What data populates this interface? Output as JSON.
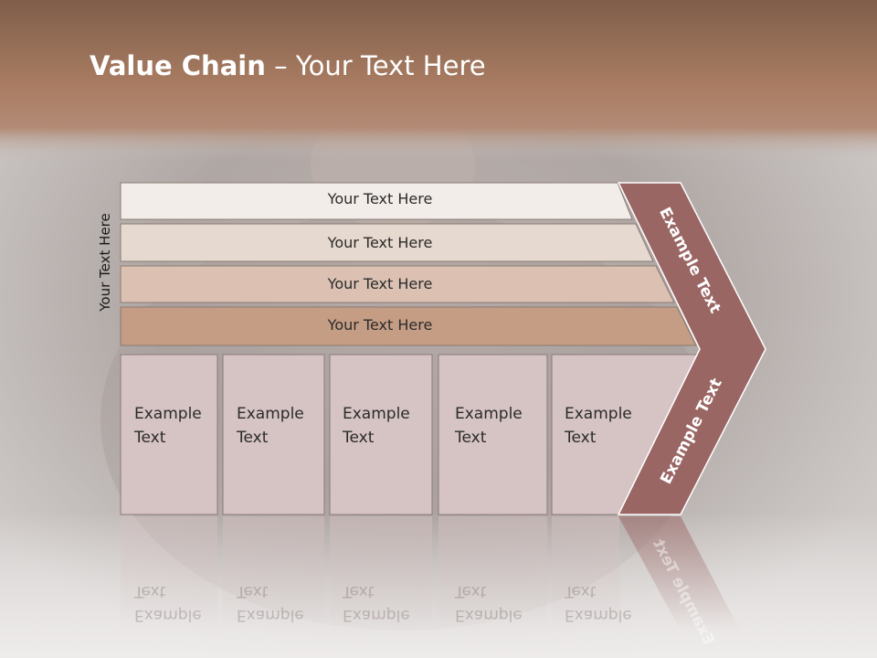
{
  "slide": {
    "title_bold": "Value Chain",
    "title_rest": " – Your Text Here",
    "side_label": "Your Text Here"
  },
  "rows": [
    {
      "label": "Your Text Here",
      "color": "#f3ede9"
    },
    {
      "label": "Your Text Here",
      "color": "#e6d9cf"
    },
    {
      "label": "Your Text Here",
      "color": "#dcc1b3"
    },
    {
      "label": "Your Text Here",
      "color": "#c49d84"
    }
  ],
  "columns": [
    {
      "line1": "Example",
      "line2": "Text"
    },
    {
      "line1": "Example",
      "line2": "Text"
    },
    {
      "line1": "Example",
      "line2": "Text"
    },
    {
      "line1": "Example",
      "line2": "Text"
    },
    {
      "line1": "Example",
      "line2": "Text"
    }
  ],
  "chevron": {
    "top_label": "Example Text",
    "bottom_label": "Example Text",
    "color": "#9a6664"
  },
  "colors": {
    "header_band": "#a87b62",
    "column_fill": "#d6c3c3"
  }
}
